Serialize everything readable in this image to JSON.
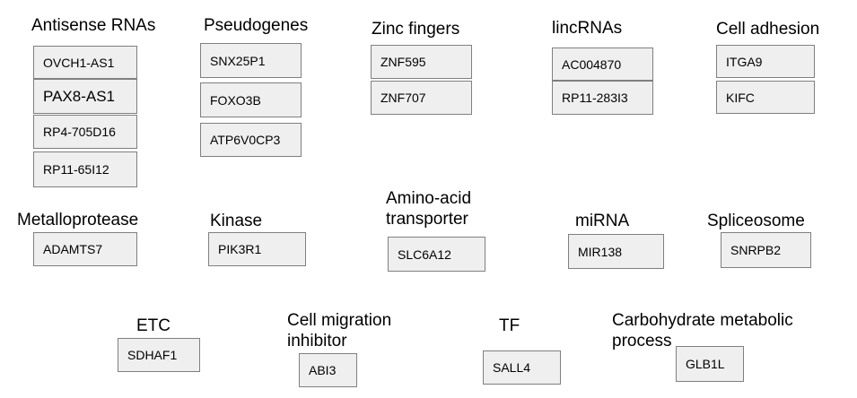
{
  "categories": {
    "antisense": {
      "label": "Antisense RNAs",
      "genes": [
        "OVCH1-AS1",
        "PAX8-AS1",
        "RP4-705D16",
        "RP11-65I12"
      ]
    },
    "pseudogenes": {
      "label": "Pseudogenes",
      "genes": [
        "SNX25P1",
        "FOXO3B",
        "ATP6V0CP3"
      ]
    },
    "zinc_fingers": {
      "label": "Zinc fingers",
      "genes": [
        "ZNF595",
        "ZNF707"
      ]
    },
    "lincrnas": {
      "label": "lincRNAs",
      "genes": [
        "AC004870",
        "RP11-283I3"
      ]
    },
    "cell_adhesion": {
      "label": "Cell adhesion",
      "genes": [
        "ITGA9",
        "KIFC"
      ]
    },
    "metalloprotease": {
      "label": "Metalloprotease",
      "genes": [
        "ADAMTS7"
      ]
    },
    "kinase": {
      "label": "Kinase",
      "genes": [
        "PIK3R1"
      ]
    },
    "amino_acid": {
      "label_line1": "Amino-acid",
      "label_line2": "transporter",
      "genes": [
        "SLC6A12"
      ]
    },
    "mirna": {
      "label": "miRNA",
      "genes": [
        "MIR138"
      ]
    },
    "spliceosome": {
      "label": "Spliceosome",
      "genes": [
        "SNRPB2"
      ]
    },
    "etc": {
      "label": "ETC",
      "genes": [
        "SDHAF1"
      ]
    },
    "cell_migration": {
      "label_line1": "Cell migration",
      "label_line2": "inhibitor",
      "genes": [
        "ABI3"
      ]
    },
    "tf": {
      "label": "TF",
      "genes": [
        "SALL4"
      ]
    },
    "carbohydrate": {
      "label_line1": "Carbohydrate metabolic",
      "label_line2": "process",
      "genes": [
        "GLB1L"
      ]
    }
  }
}
